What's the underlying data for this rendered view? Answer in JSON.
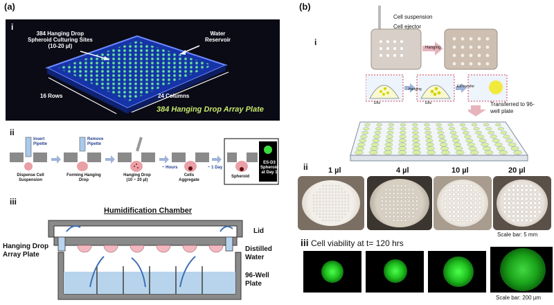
{
  "panel_a": {
    "letter": "(a)",
    "i": {
      "roman": "i",
      "plate_label": "384 Hanging Drop Array Plate",
      "sites_label_1": "384 Hanging Drop",
      "sites_label_2": "Spheroid Culturing Sites",
      "sites_label_3": "(10-20 µl)",
      "reservoir_1": "Water",
      "reservoir_2": "Reservoir",
      "rows": "16 Rows",
      "columns": "24 Columns"
    },
    "ii": {
      "roman": "ii",
      "insert_pipette_1": "Insert",
      "insert_pipette_2": "Pipette",
      "remove_pipette_1": "Remove",
      "remove_pipette_2": "Pipette",
      "step1_1": "Dispense Cell",
      "step1_2": "Suspension",
      "step2_1": "Forming Hanging",
      "step2_2": "Drop",
      "step3_1": "Hanging Drop",
      "step3_2": "(10 ~ 20 µl)",
      "hours": "~ Hours",
      "step4_1": "Cells",
      "step4_2": "Aggregate",
      "day": "~ 1 Day",
      "step5": "Spheroid",
      "es_1": "ES-D3",
      "es_2": "Spheroid",
      "es_3": "at Day 1"
    },
    "iii": {
      "roman": "iii",
      "title": "Humidification Chamber",
      "lid": "Lid",
      "hd_plate_1": "Hanging Drop",
      "hd_plate_2": "Array Plate",
      "distilled_1": "Distilled",
      "distilled_2": "Water",
      "well_1": "96-Well",
      "well_2": "Plate"
    }
  },
  "panel_b": {
    "letter": "(b)",
    "i": {
      "roman": "i",
      "cell_suspension": "Cell suspension",
      "cell_ejector": "Cell ejector",
      "hanging": "Hanging",
      "ebs": "EBs",
      "eb_transfer": "EB transfer",
      "hanging_small": "Hanging",
      "ebs_small": "EBs",
      "transferred_1": "Transferred to 96-",
      "transferred_2": "well plate"
    },
    "ii": {
      "roman": "ii",
      "volumes": [
        "1 µl",
        "4 µl",
        "10 µl",
        "20 µl"
      ],
      "scale": "Scale bar: 5 mm"
    },
    "iii": {
      "roman": "iii",
      "title": "Cell viability at t= 120 hrs",
      "scale": "Scale bar: 200 µm"
    }
  },
  "colors": {
    "plate_bg": "#0b0b16",
    "plate_blue": "#2a4fd8",
    "well_green": "#6cf0a0",
    "arrow_blue": "#9fb3d9",
    "water": "#b8d4ec",
    "drop_pink": "#f3b8bf",
    "viability_green": "#3ddc3d"
  }
}
